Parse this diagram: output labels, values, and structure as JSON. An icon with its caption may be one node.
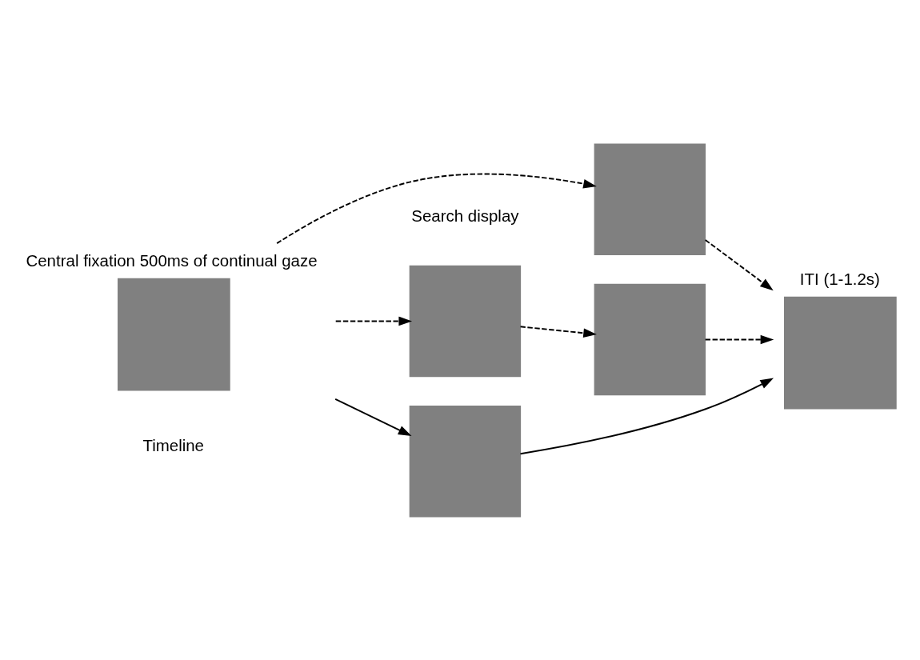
{
  "diagram": {
    "nodes": [
      {
        "text": [
          "Central fixation 500ms of continual gaze"
        ]
      },
      {
        "text": [],
        "shape": "box"
      },
      {
        "text": [],
        "shape": "box"
      },
      {
        "text": [],
        "shape": "box"
      },
      {
        "text": [],
        "shape": "box"
      },
      {
        "text": [
          "ITI (1-1.2s)"
        ]
      }
    ],
    "edges": [
      {
        "from": 0,
        "to": 1,
        "arrow": "to",
        "style": "dashed"
      },
      {
        "from": 0,
        "to": 2,
        "arrow": "to",
        "style": "dashed"
      },
      {
        "from": 0,
        "to": 4,
        "arrow": "to"
      },
      {
        "from": 1,
        "to": 5,
        "arrow": "to",
        "style": "dashed"
      },
      {
        "from": 2,
        "to": 3,
        "arrow": "to",
        "style": "dashed"
      },
      {
        "from": 3,
        "to": 5,
        "arrow": "to",
        "style": "dashed"
      },
      {
        "from": 4,
        "to": 5,
        "arrow": "to"
      }
    ],
    "labels": [
      "Search display",
      "Timeline"
    ]
  }
}
